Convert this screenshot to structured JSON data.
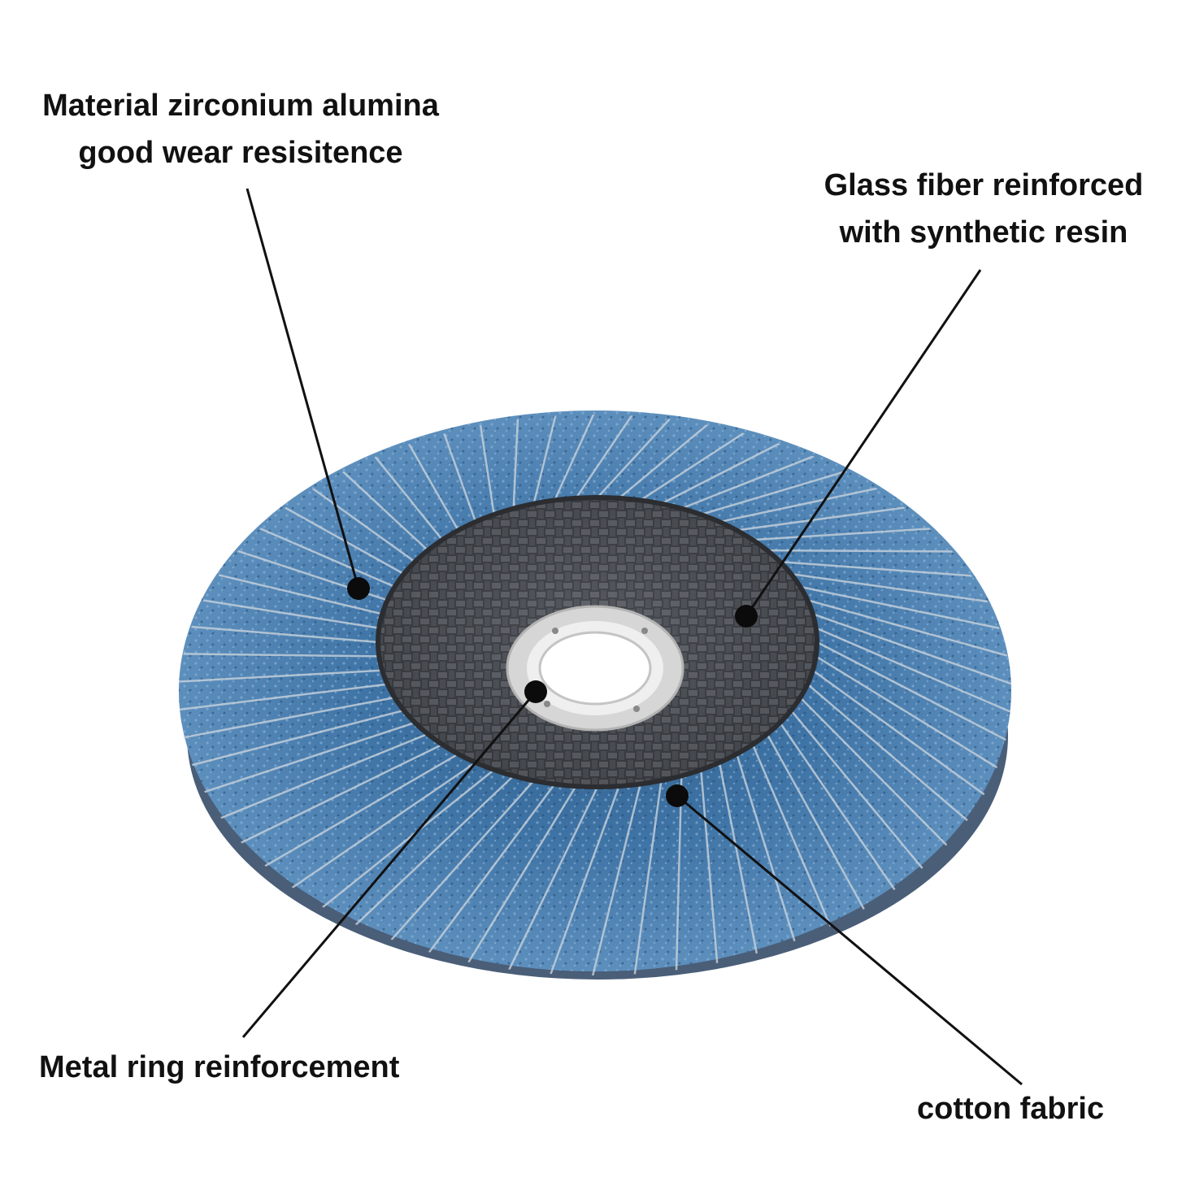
{
  "annotations": {
    "material": {
      "line1": "Material zirconium alumina",
      "line2": "good wear resisitence"
    },
    "glass": {
      "line1": "Glass fiber reinforced",
      "line2": "with synthetic resin"
    },
    "metal": {
      "text": "Metal ring reinforcement"
    },
    "cotton": {
      "text": "cotton fabric"
    }
  },
  "colors": {
    "abrasive_blue": "#3f74a6",
    "abrasive_light": "#6a9cc8",
    "mesh_dark": "#3a3d43",
    "metal_ring": "#d8d8d8",
    "leader": "#111111"
  },
  "icons": {
    "pointer": "dot-marker"
  }
}
